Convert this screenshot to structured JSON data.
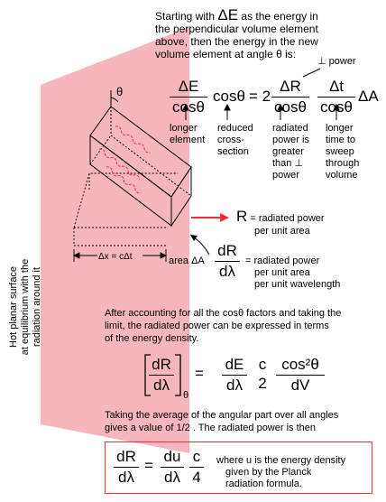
{
  "intro": {
    "line1_a": "Starting with ",
    "delta_e": "ΔE",
    "line1_b": " as the energy in",
    "line2": "the perpendicular volume element",
    "line3": "above, then the energy in the new",
    "line4": "volume element at angle θ is:"
  },
  "perp_power_label": "⊥ power",
  "eq1": {
    "f1_num": "ΔE",
    "f1_den": "cosθ",
    "cos": "cosθ",
    "equals_two": "= 2",
    "f2_num": "ΔR",
    "f2_den": "cosθ",
    "f3_num": "Δt",
    "f3_den": "cosθ",
    "tail": "ΔA"
  },
  "annotations": {
    "longer_element": [
      "longer",
      "element"
    ],
    "reduced_cross_section": [
      "reduced",
      "cross-",
      "section"
    ],
    "radiated_power": [
      "radiated",
      "power is",
      "greater",
      "than ⊥",
      "power"
    ],
    "longer_time": [
      "longer",
      "time to",
      "sweep",
      "through",
      "volume"
    ]
  },
  "diagram": {
    "theta": "θ",
    "dx_label": "Δx = cΔt",
    "area_label": "area ΔA",
    "surface_label": [
      "Hot planar surface",
      "at equilibrium with the",
      "radiation around it"
    ]
  },
  "R_def": {
    "symbol": "R",
    "line1": " = radiated power",
    "line2": "per unit area"
  },
  "dRdl_def": {
    "num": "dR",
    "den": "dλ",
    "line1": "= radiated power",
    "line2": "per unit area",
    "line3": "per unit wavelength"
  },
  "para2": [
    "After accounting for all the cosθ factors and taking the",
    "limit, the radiated power can be expressed in terms",
    "of the energy density."
  ],
  "eq2": {
    "l_num": "dR",
    "l_den": "dλ",
    "sub": "θ",
    "equals": "=",
    "r1_num": "dE",
    "r1_den": "dλ",
    "r2_num": "c",
    "r2_den": "2",
    "r3_num": "cos²θ",
    "r3_den": "dV"
  },
  "para3": [
    "Taking the average of the angular part over all angles",
    "gives a value of 1/2 . The radiated power is then"
  ],
  "eq3": {
    "l_num": "dR",
    "l_den": "dλ",
    "equals": "=",
    "r1_num": "du",
    "r1_den": "dλ",
    "r2_num": "c",
    "r2_den": "4",
    "note": [
      "where u is the energy density",
      "given by the Planck",
      "radiation formula."
    ]
  },
  "colors": {
    "plane": "#f7b6bc",
    "accent": "#e8313b",
    "wave": "#e8313b"
  }
}
